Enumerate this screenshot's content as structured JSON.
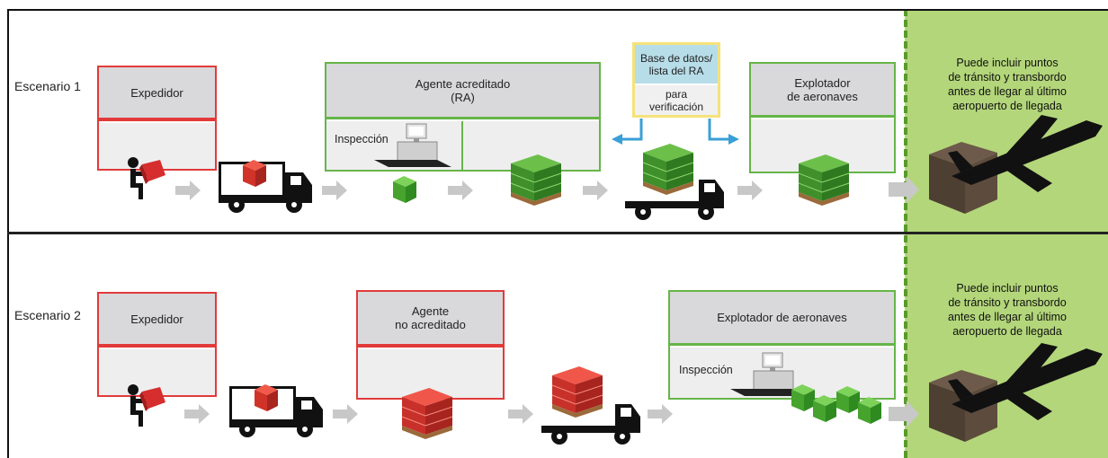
{
  "scenarios": [
    {
      "label": "Escenario 1",
      "shipper": "Expedidor",
      "agent": "Agente acreditado\n(RA)",
      "inspection": "Inspección",
      "database": "Base de datos/\nlista del RA",
      "verification": "para\nverificación",
      "operator": "Explotador\nde aeronaves",
      "note": "Puede incluir puntos\nde tránsito y transbordo\nantes de llegar al último\naeropuerto de llegada"
    },
    {
      "label": "Escenario 2",
      "shipper": "Expedidor",
      "agent": "Agente\nno acreditado",
      "operator": "Explotador de aeronaves",
      "inspection": "Inspección",
      "note": "Puede incluir puntos\nde tránsito y transbordo\nantes de llegar al último\naeropuerto de llegada"
    }
  ],
  "colors": {
    "accredited_border": "#66b548",
    "non_accredited_border": "#e23a3a",
    "database_border": "#f5e27a",
    "database_fill": "#b7dde8",
    "destination_zone": "#b3d67a",
    "flow_arrow": "#c8c8c8",
    "verification_arrow": "#3a9fd6"
  },
  "icons": [
    "person-carrying-package-icon",
    "truck-icon",
    "pallet-icon",
    "screening-machine-icon",
    "airplane-icon",
    "cargo-box-icon"
  ]
}
